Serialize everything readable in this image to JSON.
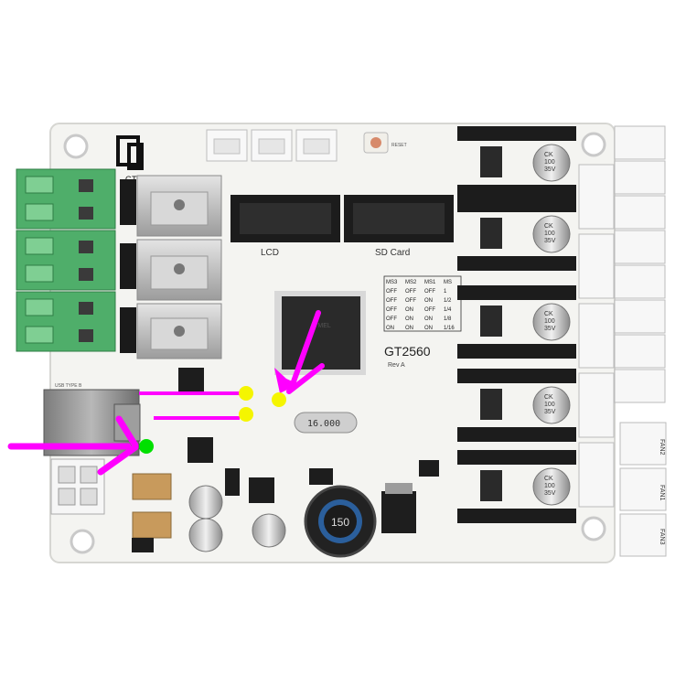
{
  "board": {
    "model": "GT2560",
    "revision": "Rev A",
    "logo_text": "GT",
    "lcd_label": "LCD",
    "sdcard_label": "SD Card",
    "reset_label": "RESET",
    "usb_label": "USB TYPE B",
    "crystal_label": "16.000",
    "inductor_label": "150",
    "stepper_cap_label": [
      "CK",
      "100",
      "35V"
    ],
    "fan_labels": [
      "FAN2",
      "FAN1",
      "FAN3"
    ]
  },
  "microstep_table": {
    "headers": [
      "MS3",
      "MS2",
      "MS1",
      "MS"
    ],
    "rows": [
      [
        "OFF",
        "OFF",
        "OFF",
        "1"
      ],
      [
        "OFF",
        "OFF",
        "ON",
        "1/2"
      ],
      [
        "OFF",
        "ON",
        "OFF",
        "1/4"
      ],
      [
        "OFF",
        "ON",
        "ON",
        "1/8"
      ],
      [
        "ON",
        "ON",
        "ON",
        "1/16"
      ]
    ]
  },
  "annotations": {
    "arrow_color": "#ff00ff",
    "yellow_dot_color": "#f5f500",
    "green_dot_color": "#00e000",
    "yellow_dot_count": 3,
    "green_dot_count": 1,
    "arrow_count": 4
  },
  "colors": {
    "pcb": "#f2f2ef",
    "terminal_green": "#4fae6a",
    "header_black": "#1c1c1c",
    "heatsink": "#c9c9c9",
    "mcu": "#2a2a2a"
  }
}
